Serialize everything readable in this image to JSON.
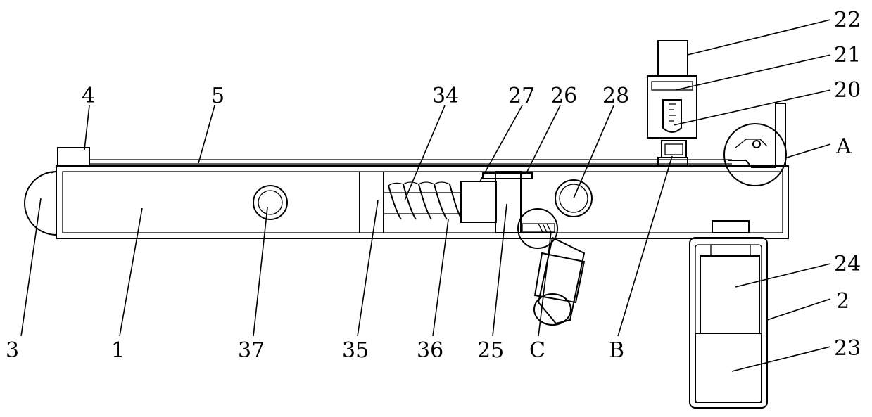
{
  "labels": {
    "l22": "22",
    "l21": "21",
    "l20": "20",
    "l4": "4",
    "l5": "5",
    "l34": "34",
    "l27": "27",
    "l26": "26",
    "l28": "28",
    "lA": "A",
    "l24": "24",
    "l2": "2",
    "l23": "23",
    "l3": "3",
    "l1": "1",
    "l37": "37",
    "l35": "35",
    "l36": "36",
    "l25": "25",
    "lC": "C",
    "lB": "B"
  }
}
